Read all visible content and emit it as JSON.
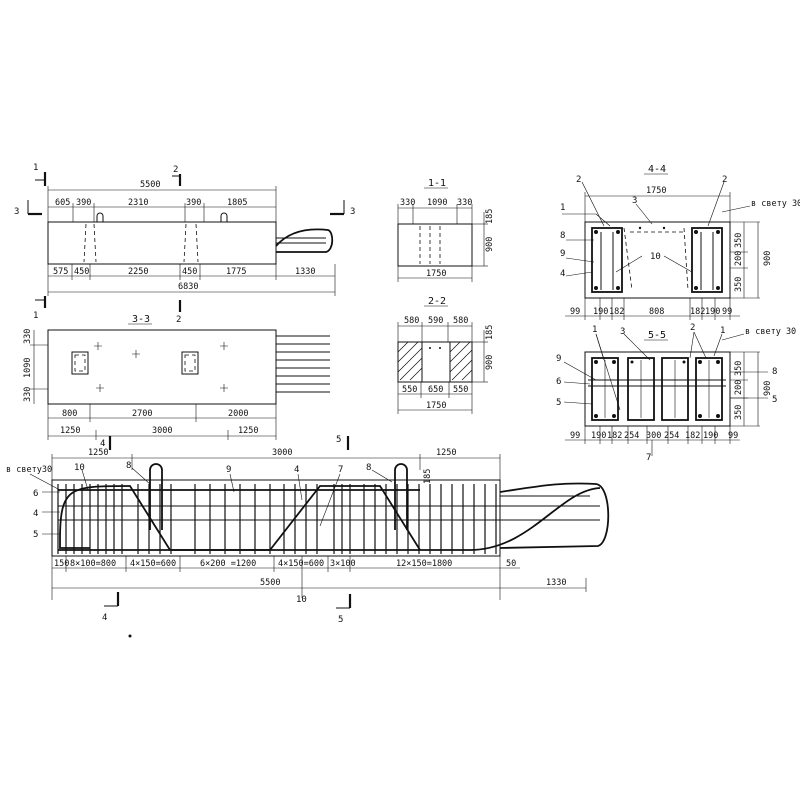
{
  "elevation": {
    "section_mark_1": "1",
    "section_mark_2": "2",
    "section_mark_3": "3",
    "top_dims": [
      "605",
      "390",
      "2310",
      "390",
      "1805"
    ],
    "overall_top": "5500",
    "bottom_dims": [
      "575",
      "450",
      "2250",
      "450",
      "1775",
      "1330"
    ],
    "overall_bottom": "6830"
  },
  "plan_3_3": {
    "title": "3-3",
    "left_dims": [
      "330",
      "1090",
      "330"
    ],
    "bottom_dims": [
      "800",
      "2700",
      "2000"
    ],
    "bottom_dims_2": [
      "1250",
      "3000",
      "1250"
    ]
  },
  "section_1_1": {
    "title": "1-1",
    "top_dims": [
      "330",
      "1090",
      "330"
    ],
    "right_dims": [
      "185",
      "900"
    ],
    "bottom_dim": "1750"
  },
  "section_2_2": {
    "title": "2-2",
    "top_dims": [
      "580",
      "590",
      "580"
    ],
    "right_dims": [
      "185",
      "900"
    ],
    "bottom_dims": [
      "550",
      "650",
      "550"
    ],
    "bottom_total": "1750"
  },
  "section_4_4": {
    "title": "4-4",
    "top_dim": "1750",
    "callouts": [
      "2",
      "3",
      "2",
      "1",
      "8",
      "9",
      "4",
      "10"
    ],
    "clear_note": "в свету 30",
    "right_dims": [
      "350",
      "200",
      "350"
    ],
    "right_total": "900",
    "bottom_dims": [
      "99",
      "190",
      "182",
      "808",
      "182",
      "190",
      "99"
    ]
  },
  "section_5_5": {
    "title": "5-5",
    "callouts": [
      "1",
      "3",
      "2",
      "1",
      "9",
      "6",
      "5"
    ],
    "clear_note": "в свету 30",
    "right_dims": [
      "350",
      "200",
      "350"
    ],
    "right_total": "900",
    "right_marks": [
      "8",
      "5"
    ],
    "bottom_dims": [
      "99",
      "190",
      "182",
      "254",
      "300",
      "254",
      "182",
      "190",
      "99"
    ],
    "bottom_mark": "7"
  },
  "reinforcement": {
    "top_dims": [
      "1250",
      "3000",
      "1250"
    ],
    "section_marks": [
      "4",
      "5",
      "4",
      "5"
    ],
    "clear_note": "в свету30",
    "callouts": [
      "10",
      "8",
      "9",
      "4",
      "7",
      "8",
      "6",
      "4",
      "5"
    ],
    "hook_dim": "185",
    "spacing_dims": [
      "150",
      "8×100=800",
      "4×150=600",
      "6×200 =1200",
      "4×150=600",
      "3×100",
      "12×150=1800",
      "50"
    ],
    "overall_dims": [
      "5500",
      "1330"
    ],
    "bottom_callout": "10"
  }
}
